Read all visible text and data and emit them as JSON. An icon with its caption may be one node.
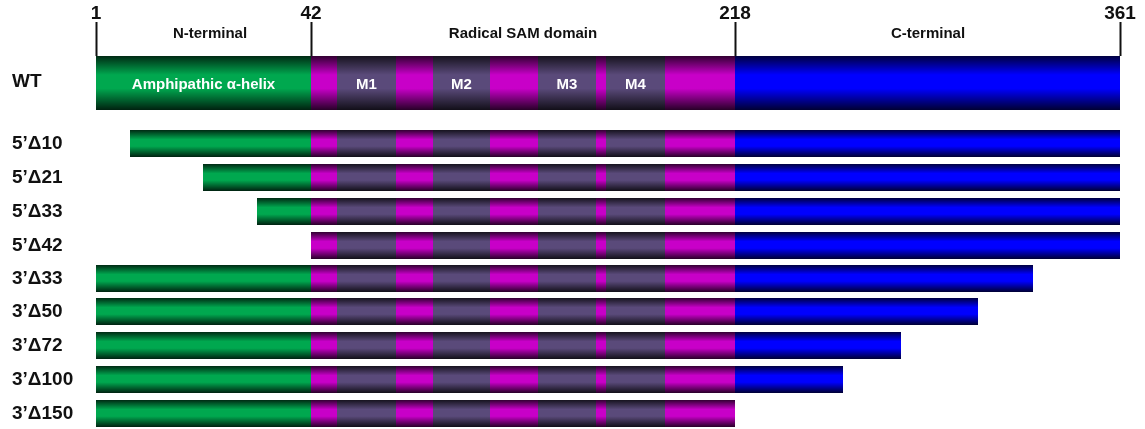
{
  "diagram": {
    "nodes": [
      {
        "text": [],
        "shape": "bar"
      },
      {
        "text": [
          "Amphipathic α-helix"
        ],
        "in": 0
      },
      {
        "text": [
          "M1"
        ],
        "in": 0
      },
      {
        "text": [
          "M2"
        ],
        "in": 0
      },
      {
        "text": [
          "M3"
        ],
        "in": 0
      },
      {
        "text": [
          "M4"
        ],
        "in": 0
      },
      {
        "text": [],
        "shape": "bar"
      },
      {
        "text": [],
        "shape": "bar"
      },
      {
        "text": [],
        "shape": "bar"
      },
      {
        "text": [],
        "shape": "bar"
      },
      {
        "text": [],
        "shape": "bar"
      },
      {
        "text": [],
        "shape": "bar"
      },
      {
        "text": [],
        "shape": "bar"
      },
      {
        "text": [],
        "shape": "bar"
      },
      {
        "text": [],
        "shape": "bar"
      }
    ],
    "labels": [
      "1",
      "42",
      "218",
      "361",
      "N-terminal",
      "Radical SAM domain",
      "C-terminal",
      "WT",
      "5’Δ10",
      "5’Δ21",
      "5’Δ33",
      "5’Δ42",
      "3’Δ33",
      "3’Δ50",
      "3’Δ72",
      "3’Δ100",
      "3’Δ150"
    ]
  }
}
